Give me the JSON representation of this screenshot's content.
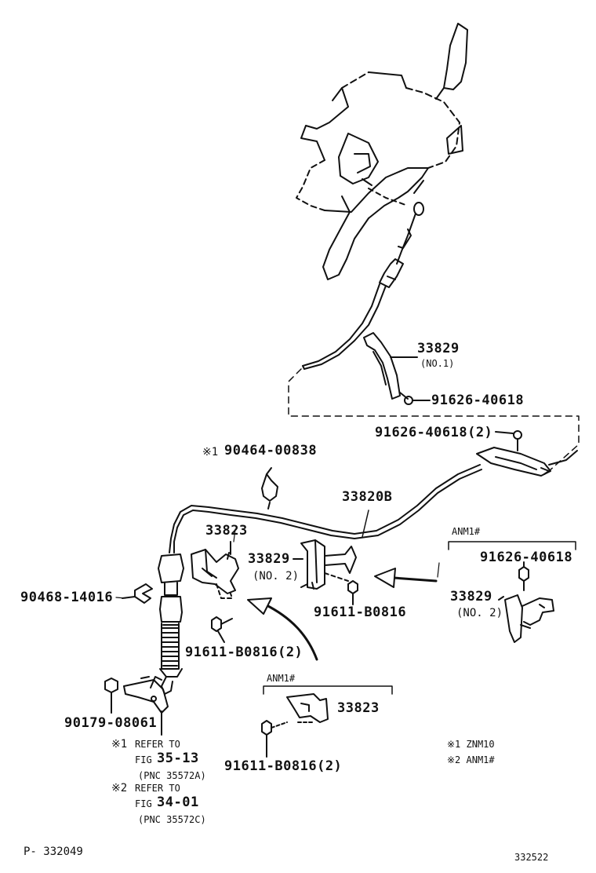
{
  "labels": {
    "p33829_no1": "33829",
    "p33829_no1_sub": "(NO.1)",
    "bolt_a": "91626-40618",
    "bolt_b": "91626-40618(2)",
    "clip_mark": "※1",
    "clip": "90464-00838",
    "cable": "33820B",
    "p33823_main": "33823",
    "p33829_no2": "33829",
    "p33829_no2_sub": "(NO. 2)",
    "bolt_c": "91611-B0816",
    "clip_b": "90468-14016",
    "bolt_d": "91611-B0816(2)",
    "anm_right": "ANM1#",
    "bolt_e": "91626-40618",
    "p33829_no2_r": "33829",
    "p33829_no2_r_sub": "(NO. 2)",
    "anm_bottom": "ANM1#",
    "p33823_b": "33823",
    "bolt_f": "91611-B0816(2)",
    "nut": "90179-08061"
  },
  "notes": {
    "r1_mark": "※1",
    "r1_text": "REFER TO",
    "r1_fig_prefix": "FIG",
    "r1_fig": "35-13",
    "r1_pnc": "(PNC 35572A)",
    "r2_mark": "※2",
    "r2_text": "REFER TO",
    "r2_fig_prefix": "FIG",
    "r2_fig": "34-01",
    "r2_pnc": "(PNC 35572C)",
    "legend1": "※1 ZNM10",
    "legend2": "※2 ANM1#"
  },
  "footer": {
    "page": "P- 332049",
    "figure_id": "332522"
  }
}
